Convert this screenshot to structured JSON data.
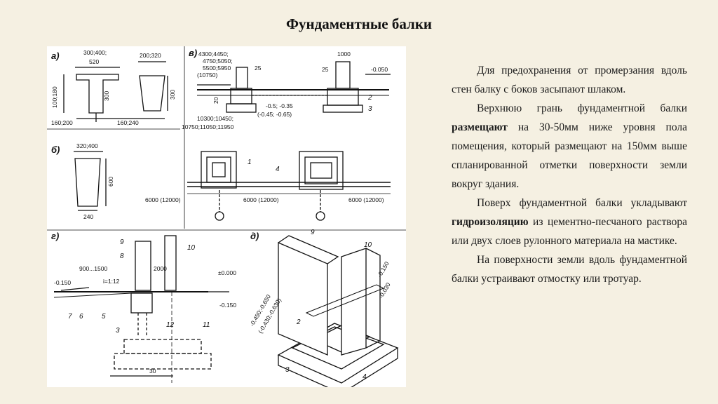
{
  "slide": {
    "title": "Фундаментные балки",
    "paragraphs": [
      {
        "parts": [
          {
            "t": "Для предохранения от промерзания вдоль стен балку с боков засыпают шлаком."
          }
        ]
      },
      {
        "parts": [
          {
            "t": "Верхнюю грань фундаментной балки "
          },
          {
            "t": "размещают",
            "b": true
          },
          {
            "t": " на 30-50мм ниже уровня пола помещения, который размещают на 150мм выше спланированной отметки поверхности земли вокруг здания."
          }
        ]
      },
      {
        "parts": [
          {
            "t": "Поверх фундаментной балки укладывают "
          },
          {
            "t": "гидроизоляцию",
            "b": true
          },
          {
            "t": " из цементно-песчаного раствора или двух слоев рулонного материала на мастике."
          }
        ]
      },
      {
        "parts": [
          {
            "t": "На поверхности земли вдоль фундаментной балки устраивают отмостку или тротуар."
          }
        ]
      }
    ]
  },
  "drawing": {
    "labels": {
      "a": "а)",
      "b": "б)",
      "v": "в)",
      "g": "г)",
      "d": "д)"
    },
    "dims": {
      "a_top": "300;400;",
      "a_520": "520",
      "a_side": "100;180",
      "a_h": "300",
      "a_bottom": "160;200",
      "a2_top": "200;320",
      "a2_h": "300",
      "a2_bottom": "160;240",
      "b_top": "320;400",
      "b_h": "600",
      "b_bottom": "240",
      "v_l1": "4300;4450;",
      "v_l2": "4750;5050;",
      "v_l3": "5500;5950",
      "v_l4": "(10750)",
      "v_25a": "25",
      "v_25b": "25",
      "v_1000": "1000",
      "v_050": "-0.050",
      "v_20": "20",
      "v_035": "-0.5; -0.35",
      "v_065": "(-0.45; -0.65)",
      "v_b1": "10300;10450;",
      "v_b2": "10750;11050;11950",
      "v_2": "2",
      "v_3": "3",
      "p_6000a": "6000 (12000)",
      "p_6000b": "6000 (12000)",
      "p_6000c": "6000 (12000)",
      "p_1": "1",
      "p_4": "4",
      "g_9": "9",
      "g_8": "8",
      "g_10": "10",
      "g_900": "900...1500",
      "g_2000": "2000",
      "g_000": "±0.000",
      "g_150a": "-0.150",
      "g_i": "i=1:12",
      "g_150b": "-0.150",
      "g_7": "7",
      "g_6": "6",
      "g_5": "5",
      "g_3": "3",
      "g_12": "12",
      "g_11": "11",
      "g_30": "30",
      "d_9": "9",
      "d_10": "10",
      "d_150": "-0.150",
      "d_030": "-0.030",
      "d_l1": "-0.450;-0.650",
      "d_l2": "(-0.430;-0.630)",
      "d_2": "2",
      "d_3": "3",
      "d_4": "4"
    }
  }
}
